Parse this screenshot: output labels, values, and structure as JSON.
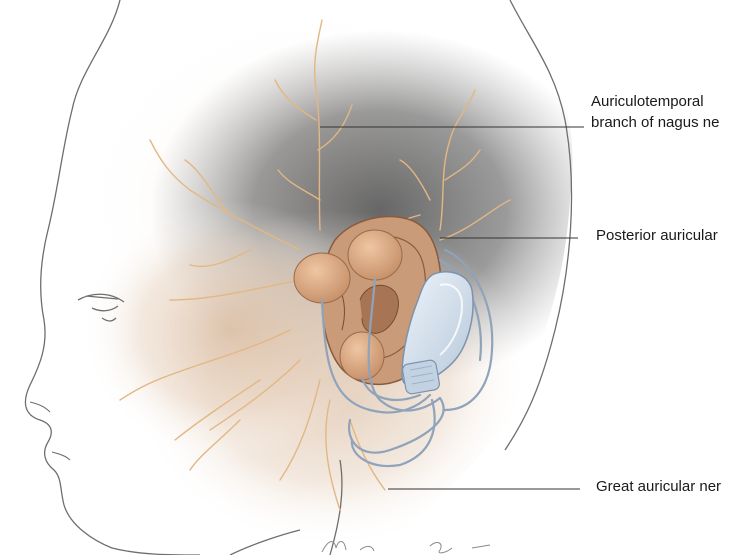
{
  "labels": {
    "auriculotemporal_line1": "Auriculotemporal",
    "auriculotemporal_line2": "branch of nagus ne",
    "posterior_auricular": "Posterior auricular",
    "great_auricular": "Great auricular ner"
  },
  "colors": {
    "skin_outline": "#6e6e6e",
    "nerve": "#e3b783",
    "ear_fill": "#c99b78",
    "ear_outline": "#8a5a3c",
    "electrode_fill": "#d9a47c",
    "wire": "#8fa3ba",
    "device_fill": "#cfdbe8",
    "hair_shadow": "#6f6f6f",
    "leader_line": "#333333"
  },
  "icons": {
    "signature": "artist-signature"
  }
}
